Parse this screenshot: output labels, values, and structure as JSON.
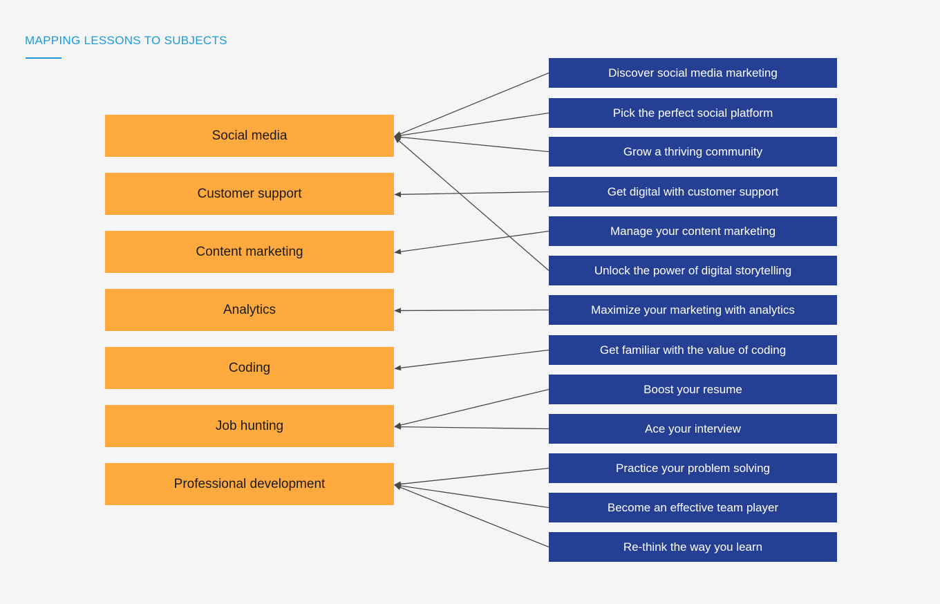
{
  "title": "MAPPING LESSONS TO SUBJECTS",
  "colors": {
    "title": "#1b9ad6",
    "subject_fill": "#ffaa3f",
    "lesson_fill": "#243f94",
    "arrow": "#4a4a4a",
    "background": "#f5f5f7"
  },
  "subjects": [
    "Social media",
    "Customer support",
    "Content marketing",
    "Analytics",
    "Coding",
    "Job hunting",
    "Professional development"
  ],
  "lessons": [
    "Discover social media marketing",
    "Pick the perfect social platform",
    "Grow a thriving community",
    "Get digital with customer support",
    "Manage your content marketing",
    "Unlock the power of digital storytelling",
    "Maximize your marketing with analytics",
    "Get familiar with the value of coding",
    "Boost your resume",
    "Ace your interview",
    "Practice your problem solving",
    "Become an effective team player",
    "Re-think the way you learn"
  ],
  "mapping": [
    {
      "lesson": 0,
      "subject": 0
    },
    {
      "lesson": 1,
      "subject": 0
    },
    {
      "lesson": 2,
      "subject": 0
    },
    {
      "lesson": 3,
      "subject": 1
    },
    {
      "lesson": 4,
      "subject": 2
    },
    {
      "lesson": 5,
      "subject": 0
    },
    {
      "lesson": 6,
      "subject": 3
    },
    {
      "lesson": 7,
      "subject": 4
    },
    {
      "lesson": 8,
      "subject": 5
    },
    {
      "lesson": 9,
      "subject": 5
    },
    {
      "lesson": 10,
      "subject": 6
    },
    {
      "lesson": 11,
      "subject": 6
    },
    {
      "lesson": 12,
      "subject": 6
    }
  ]
}
